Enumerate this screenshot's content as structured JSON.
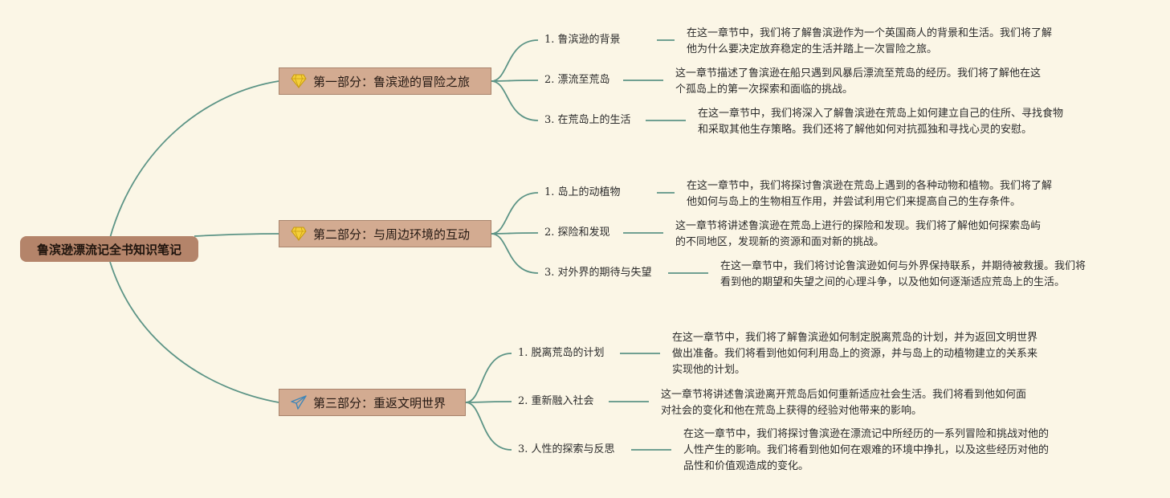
{
  "root": {
    "title": "鲁滨逊漂流记全书知识笔记"
  },
  "colors": {
    "connector": "#5c9486",
    "root_bg": "#b4846a",
    "section_bg": "#d3ab91",
    "background": "#fbf6e6"
  },
  "sections": [
    {
      "title": "第一部分：鲁滨逊的冒险之旅",
      "icon": "diamond-icon",
      "chapters": [
        {
          "title": "1. 鲁滨逊的背景",
          "desc": [
            "在这一章节中，我们将了解鲁滨逊作为一个英国商人的背景和生活。我们将了解",
            "他为什么要决定放弃稳定的生活并踏上一次冒险之旅。"
          ]
        },
        {
          "title": "2. 漂流至荒岛",
          "desc": [
            "这一章节描述了鲁滨逊在船只遇到风暴后漂流至荒岛的经历。我们将了解他在这",
            "个孤岛上的第一次探索和面临的挑战。"
          ]
        },
        {
          "title": "3. 在荒岛上的生活",
          "desc": [
            "在这一章节中，我们将深入了解鲁滨逊在荒岛上如何建立自己的住所、寻找食物",
            "和采取其他生存策略。我们还将了解他如何对抗孤独和寻找心灵的安慰。"
          ]
        }
      ]
    },
    {
      "title": "第二部分：与周边环境的互动",
      "icon": "diamond-icon",
      "chapters": [
        {
          "title": "1. 岛上的动植物",
          "desc": [
            "在这一章节中，我们将探讨鲁滨逊在荒岛上遇到的各种动物和植物。我们将了解",
            "他如何与岛上的生物相互作用，并尝试利用它们来提高自己的生存条件。"
          ]
        },
        {
          "title": "2. 探险和发现",
          "desc": [
            "这一章节将讲述鲁滨逊在荒岛上进行的探险和发现。我们将了解他如何探索岛屿",
            "的不同地区，发现新的资源和面对新的挑战。"
          ]
        },
        {
          "title": "3. 对外界的期待与失望",
          "desc": [
            "在这一章节中，我们将讨论鲁滨逊如何与外界保持联系，并期待被救援。我们将",
            "看到他的期望和失望之间的心理斗争，以及他如何逐渐适应荒岛上的生活。"
          ]
        }
      ]
    },
    {
      "title": "第三部分：重返文明世界",
      "icon": "paper-plane-icon",
      "chapters": [
        {
          "title": "1. 脱离荒岛的计划",
          "desc": [
            "在这一章节中，我们将了解鲁滨逊如何制定脱离荒岛的计划，并为返回文明世界",
            "做出准备。我们将看到他如何利用岛上的资源，并与岛上的动植物建立的关系来",
            "实现他的计划。"
          ]
        },
        {
          "title": "2. 重新融入社会",
          "desc": [
            "这一章节将讲述鲁滨逊离开荒岛后如何重新适应社会生活。我们将看到他如何面",
            "对社会的变化和他在荒岛上获得的经验对他带来的影响。"
          ]
        },
        {
          "title": "3. 人性的探索与反思",
          "desc": [
            "在这一章节中，我们将探讨鲁滨逊在漂流记中所经历的一系列冒险和挑战对他的",
            "人性产生的影响。我们将看到他如何在艰难的环境中挣扎，以及这些经历对他的",
            "品性和价值观造成的变化。"
          ]
        }
      ]
    }
  ]
}
